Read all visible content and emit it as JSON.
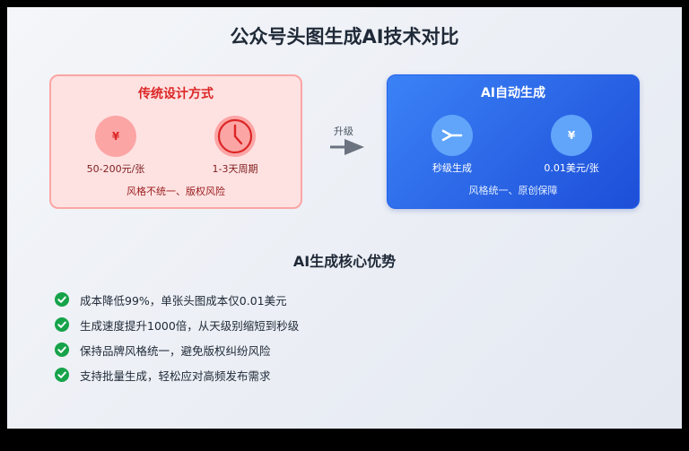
{
  "title": "公众号头图生成AI技术对比",
  "traditional": {
    "title": "传统设计方式",
    "features": [
      {
        "icon": "yen-icon",
        "glyph": "¥",
        "label": "50-200元/张"
      },
      {
        "icon": "clock-icon",
        "glyph": "",
        "label": "1-3天周期"
      }
    ],
    "note": "风格不统一、版权风险"
  },
  "upgrade": {
    "label": "升级"
  },
  "ai": {
    "title": "AI自动生成",
    "features": [
      {
        "icon": "fast-forward-icon",
        "glyph": "",
        "label": "秒级生成"
      },
      {
        "icon": "yen-icon",
        "glyph": "¥",
        "label": "0.01美元/张"
      }
    ],
    "note": "风格统一、原创保障"
  },
  "advantages": {
    "title": "AI生成核心优势",
    "items": [
      "成本降低99%，单张头图成本仅0.01美元",
      "生成速度提升1000倍，从天级别缩短到秒级",
      "保持品牌风格统一，避免版权纠纷风险",
      "支持批量生成，轻松应对高频发布需求"
    ]
  },
  "colors": {
    "traditional_bg": "#fee2e2",
    "traditional_border": "#fca5a5",
    "traditional_accent": "#dc2626",
    "ai_start": "#3b82f6",
    "ai_end": "#1d4ed8",
    "check": "#16a34a",
    "arrow": "#6b7280"
  }
}
